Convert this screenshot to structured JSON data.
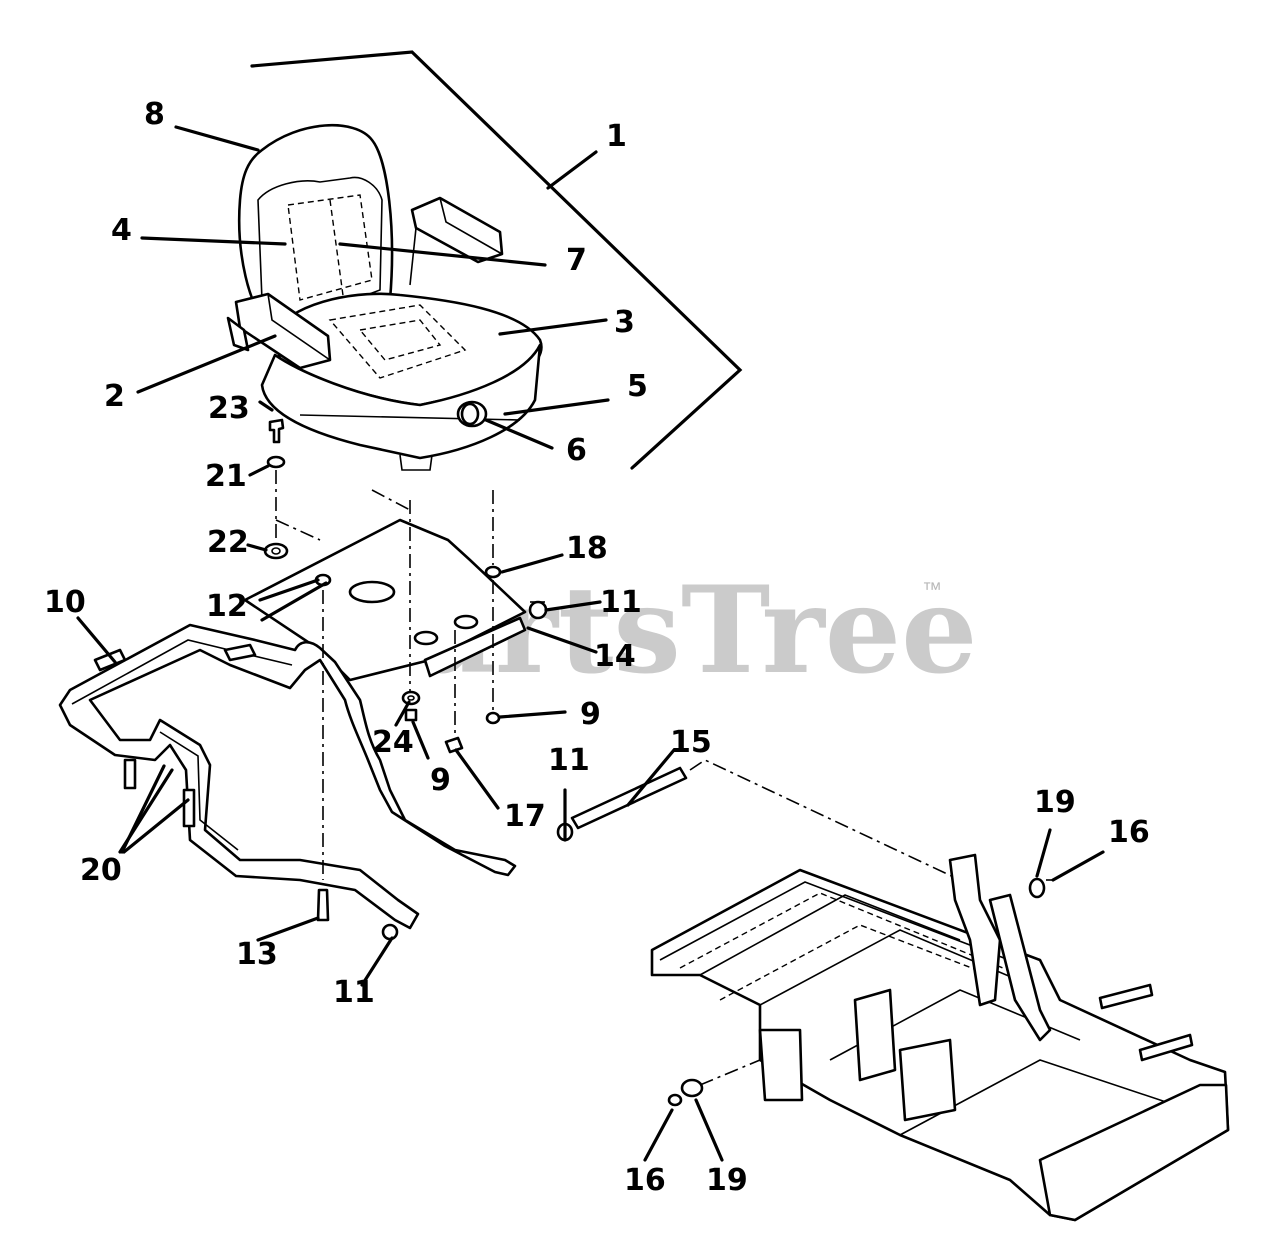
{
  "watermark": {
    "brand": "PartsTree",
    "mark": "™"
  },
  "callouts": [
    {
      "id": "c1",
      "label": "1"
    },
    {
      "id": "c2",
      "label": "2"
    },
    {
      "id": "c3",
      "label": "3"
    },
    {
      "id": "c4",
      "label": "4"
    },
    {
      "id": "c5",
      "label": "5"
    },
    {
      "id": "c6",
      "label": "6"
    },
    {
      "id": "c7",
      "label": "7"
    },
    {
      "id": "c8",
      "label": "8"
    },
    {
      "id": "c9a",
      "label": "9"
    },
    {
      "id": "c9b",
      "label": "9"
    },
    {
      "id": "c10",
      "label": "10"
    },
    {
      "id": "c11a",
      "label": "11"
    },
    {
      "id": "c11b",
      "label": "11"
    },
    {
      "id": "c11c",
      "label": "11"
    },
    {
      "id": "c12",
      "label": "12"
    },
    {
      "id": "c13",
      "label": "13"
    },
    {
      "id": "c14",
      "label": "14"
    },
    {
      "id": "c15",
      "label": "15"
    },
    {
      "id": "c16a",
      "label": "16"
    },
    {
      "id": "c16b",
      "label": "16"
    },
    {
      "id": "c17",
      "label": "17"
    },
    {
      "id": "c18",
      "label": "18"
    },
    {
      "id": "c19a",
      "label": "19"
    },
    {
      "id": "c19b",
      "label": "19"
    },
    {
      "id": "c20",
      "label": "20"
    },
    {
      "id": "c21",
      "label": "21"
    },
    {
      "id": "c22",
      "label": "22"
    },
    {
      "id": "c23",
      "label": "23"
    },
    {
      "id": "c24",
      "label": "24"
    }
  ]
}
